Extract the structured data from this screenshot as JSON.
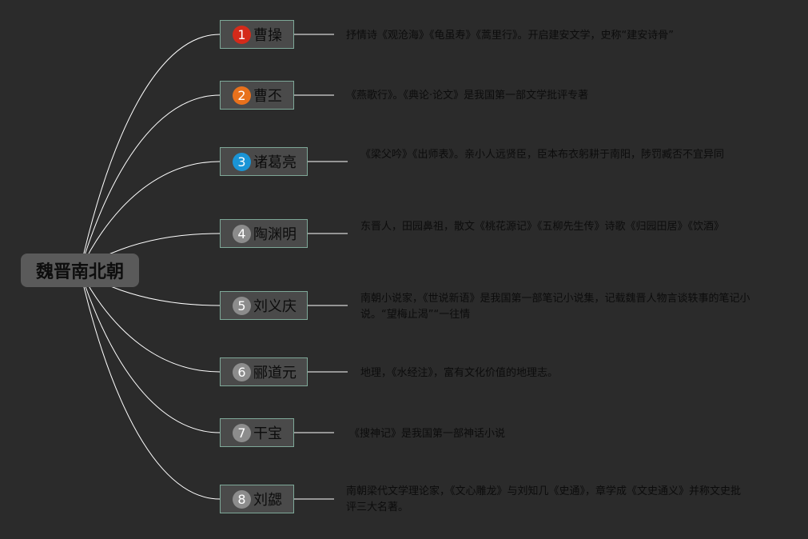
{
  "root": {
    "title": "魏晋南北朝"
  },
  "colors": {
    "badge_1": "#d42a1a",
    "badge_2": "#e8711c",
    "badge_3": "#1a94d6",
    "badge_neutral": "#8c8c8c",
    "node_border": "#7ea898"
  },
  "branches": [
    {
      "number": "1",
      "name": "曹操",
      "desc": "抒情诗《观沧海》《龟虽寿》《蒿里行》。开启建安文学，史称“建安诗骨”"
    },
    {
      "number": "2",
      "name": "曹丕",
      "desc": "《燕歌行》。《典论·论文》是我国第一部文学批评专著"
    },
    {
      "number": "3",
      "name": "诸葛亮",
      "desc": "《梁父吟》《出师表》。亲小人远贤臣，臣本布衣躬耕于南阳，陟罚臧否不宜异同"
    },
    {
      "number": "4",
      "name": "陶渊明",
      "desc": "东晋人，田园鼻祖，散文《桃花源记》《五柳先生传》诗歌《归园田居》《饮酒》"
    },
    {
      "number": "5",
      "name": "刘义庆",
      "desc": "南朝小说家，《世说新语》是我国第一部笔记小说集，记载魏晋人物言谈轶事的笔记小说。“望梅止渴”“一往情"
    },
    {
      "number": "6",
      "name": "郦道元",
      "desc": "地理，《水经注》，富有文化价值的地理志。"
    },
    {
      "number": "7",
      "name": "干宝",
      "desc": "《搜神记》是我国第一部神话小说"
    },
    {
      "number": "8",
      "name": "刘勰",
      "desc": "南朝梁代文学理论家，《文心雕龙》与刘知几《史通》，章学成《文史通义》并称文史批评三大名著。"
    }
  ]
}
